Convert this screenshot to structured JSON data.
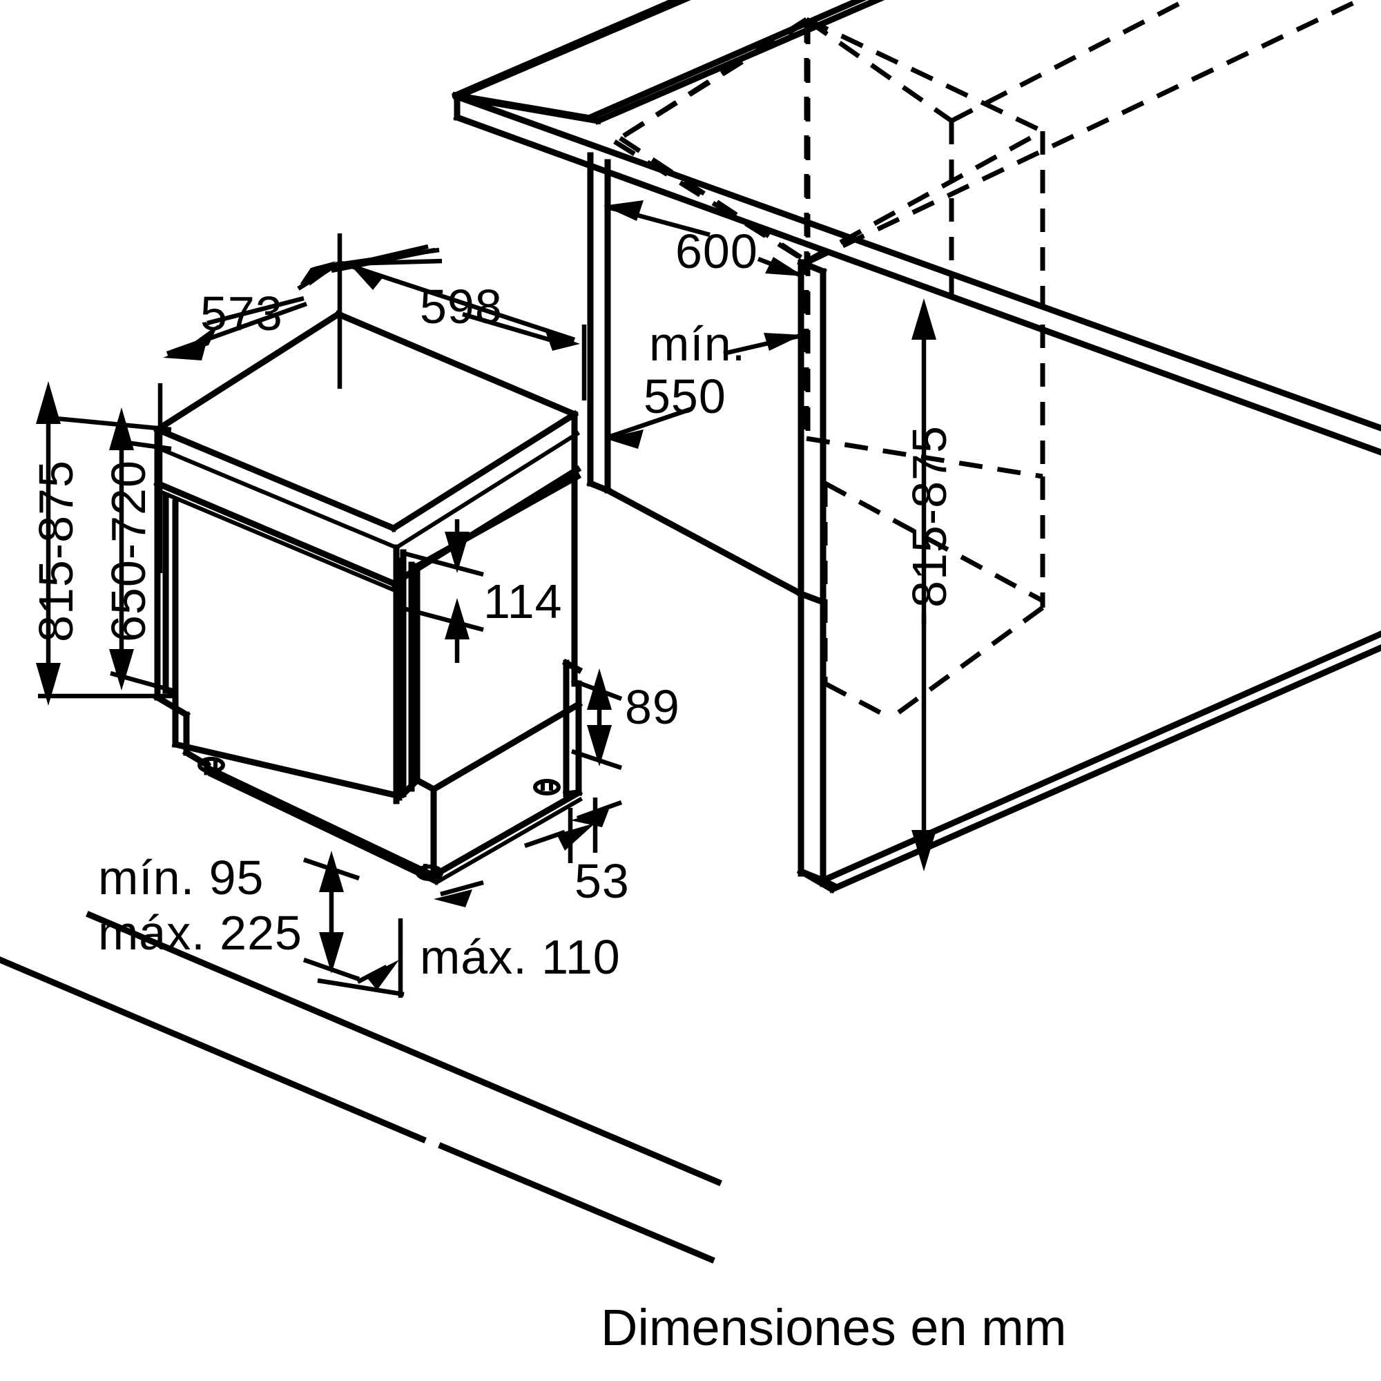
{
  "diagram": {
    "title_note": "Dimensiones en mm",
    "units": "mm",
    "product": "built-in dishwasher installation drawing",
    "line_color": "#000000",
    "background_color": "#ffffff"
  },
  "dimensions": {
    "depth_body": "573",
    "width_body": "598",
    "niche_depth": "600",
    "niche_min_width": "mín.",
    "niche_min_width_value": "550",
    "height_total_left": "815-875",
    "height_body_left": "650-720",
    "panel_height": "114",
    "plinth_recess": "89",
    "foot_offset": "53",
    "plinth_min": "mín. 95",
    "plinth_max": "máx. 225",
    "door_gap_max": "máx. 110",
    "height_total_right": "815-875"
  },
  "labels": [
    {
      "id": "d573",
      "text": "573"
    },
    {
      "id": "d598",
      "text": "598"
    },
    {
      "id": "d600",
      "text": "600"
    },
    {
      "id": "dmin",
      "text": "mín."
    },
    {
      "id": "d550",
      "text": "550"
    },
    {
      "id": "d815875L",
      "text": "815-875"
    },
    {
      "id": "d650720L",
      "text": "650-720"
    },
    {
      "id": "d114",
      "text": "114"
    },
    {
      "id": "d89",
      "text": "89"
    },
    {
      "id": "d53",
      "text": "53"
    },
    {
      "id": "dmin95",
      "text": "mín. 95"
    },
    {
      "id": "dmax225",
      "text": "máx. 225"
    },
    {
      "id": "dmax110",
      "text": "máx. 110"
    },
    {
      "id": "d815875R",
      "text": "815-875"
    },
    {
      "id": "footer",
      "text": "Dimensiones en mm"
    }
  ]
}
